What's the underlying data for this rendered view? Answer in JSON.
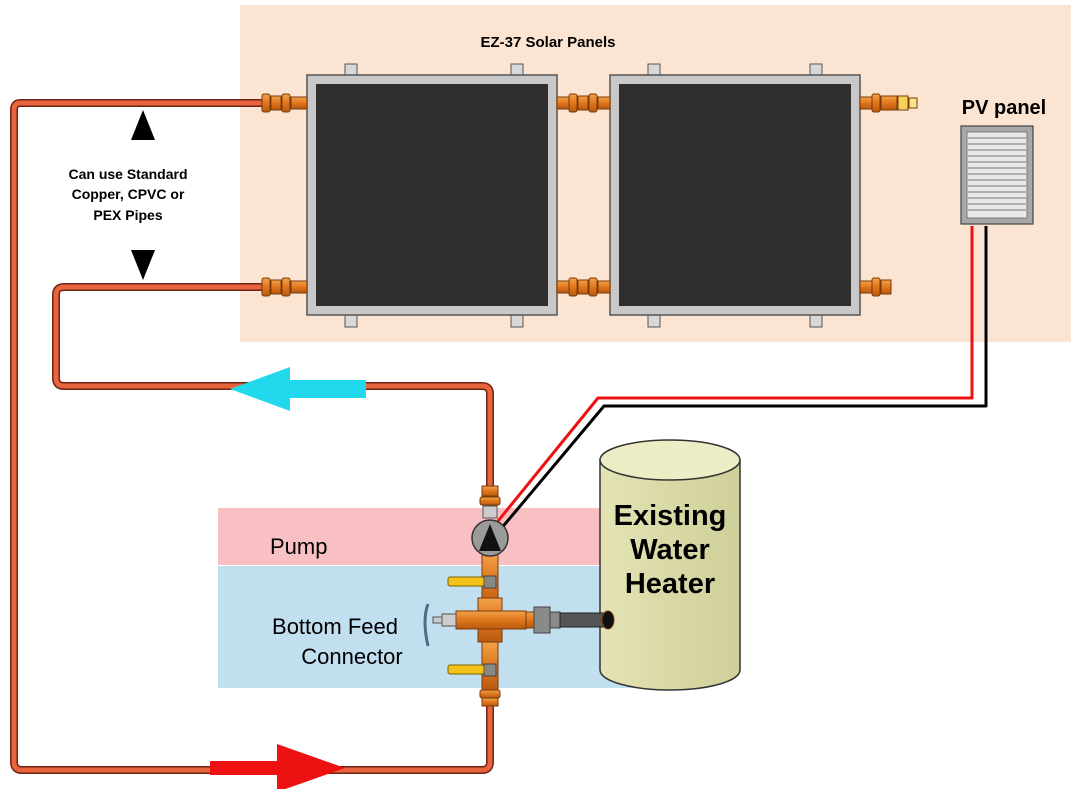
{
  "panels_title": "EZ-37 Solar Panels",
  "pv_title": "PV panel",
  "pipe_note": [
    "Can use Standard",
    "Copper, CPVC or",
    "PEX Pipes"
  ],
  "pump_label": "Pump",
  "connector_label": [
    "Bottom Feed",
    "Connector"
  ],
  "heater_label": [
    "Existing",
    "Water",
    "Heater"
  ],
  "colors": {
    "panel_zone": "#fce4d2",
    "pump_zone": "#f9c0c4",
    "connector_zone": "#c2dff0",
    "pipe": "#e8643c",
    "fitting": "#e87a1e",
    "flow_return": "#22d8ec",
    "flow_supply": "#ee1111",
    "wire_positive": "#ee1111",
    "wire_negative": "#000000",
    "heater": "#dcdcaa",
    "collector": "#2f2f2f"
  }
}
